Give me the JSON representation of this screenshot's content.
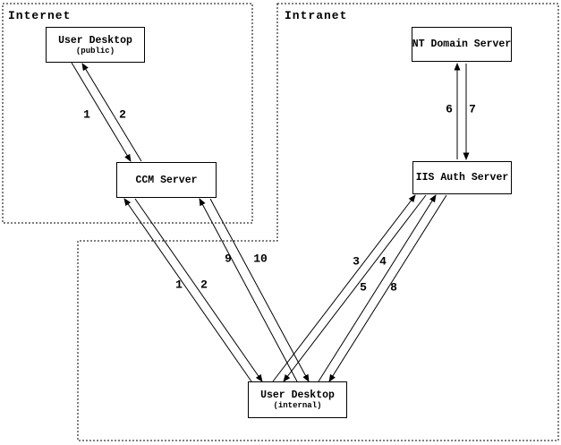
{
  "diagram": {
    "regions": {
      "internet": {
        "label": "Internet"
      },
      "intranet": {
        "label": "Intranet"
      }
    },
    "nodes": {
      "ud_public": {
        "title": "User Desktop",
        "subtitle": "(public)"
      },
      "ccm": {
        "title": "CCM Server"
      },
      "nt": {
        "title": "NT Domain Server"
      },
      "iis": {
        "title": "IIS Auth Server"
      },
      "ud_internal": {
        "title": "User Desktop",
        "subtitle": "(internal)"
      }
    },
    "edges": {
      "public_ccm": {
        "request": "1",
        "response": "2"
      },
      "internal_ccm": {
        "request": "1",
        "response": "2"
      },
      "internal_ccm_2": {
        "request": "9",
        "response": "10"
      },
      "internal_iis": {
        "request": "3",
        "response": "4"
      },
      "internal_iis_2": {
        "request": "5",
        "response": "8"
      },
      "iis_nt": {
        "request": "6",
        "response": "7"
      }
    },
    "colors": {
      "ink": "#000000",
      "background": "#ffffff"
    }
  }
}
